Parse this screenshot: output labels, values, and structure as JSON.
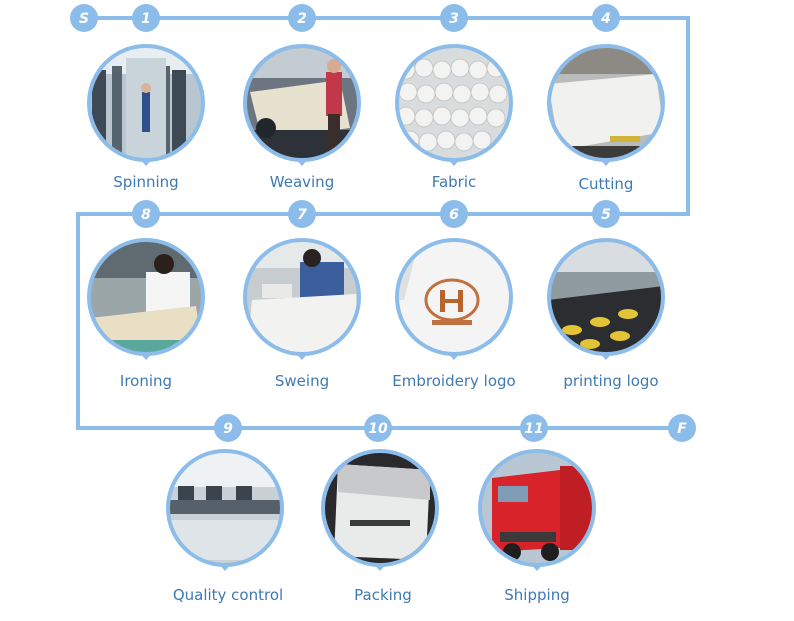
{
  "flow": {
    "start_label": "S",
    "finish_label": "F",
    "line_color": "#8bbcea",
    "badge_color": "#8bbcea",
    "label_color": "#3f79b3",
    "steps": [
      {
        "num": "1",
        "label": "Spinning",
        "photo": "spinning-photo"
      },
      {
        "num": "2",
        "label": "Weaving",
        "photo": "weaving-photo"
      },
      {
        "num": "3",
        "label": "Fabric",
        "photo": "fabric-photo"
      },
      {
        "num": "4",
        "label": "Cutting",
        "photo": "cutting-photo"
      },
      {
        "num": "5",
        "label": "printing logo",
        "photo": "printing-photo"
      },
      {
        "num": "6",
        "label": "Embroidery logo",
        "photo": "embroidery-photo"
      },
      {
        "num": "7",
        "label": "Sweing",
        "photo": "sewing-photo"
      },
      {
        "num": "8",
        "label": "Ironing",
        "photo": "ironing-photo"
      },
      {
        "num": "9",
        "label": "Quality control",
        "photo": "quality-control-photo"
      },
      {
        "num": "10",
        "label": "Packing",
        "photo": "packing-photo"
      },
      {
        "num": "11",
        "label": "Shipping",
        "photo": "shipping-truck-photo"
      }
    ]
  }
}
